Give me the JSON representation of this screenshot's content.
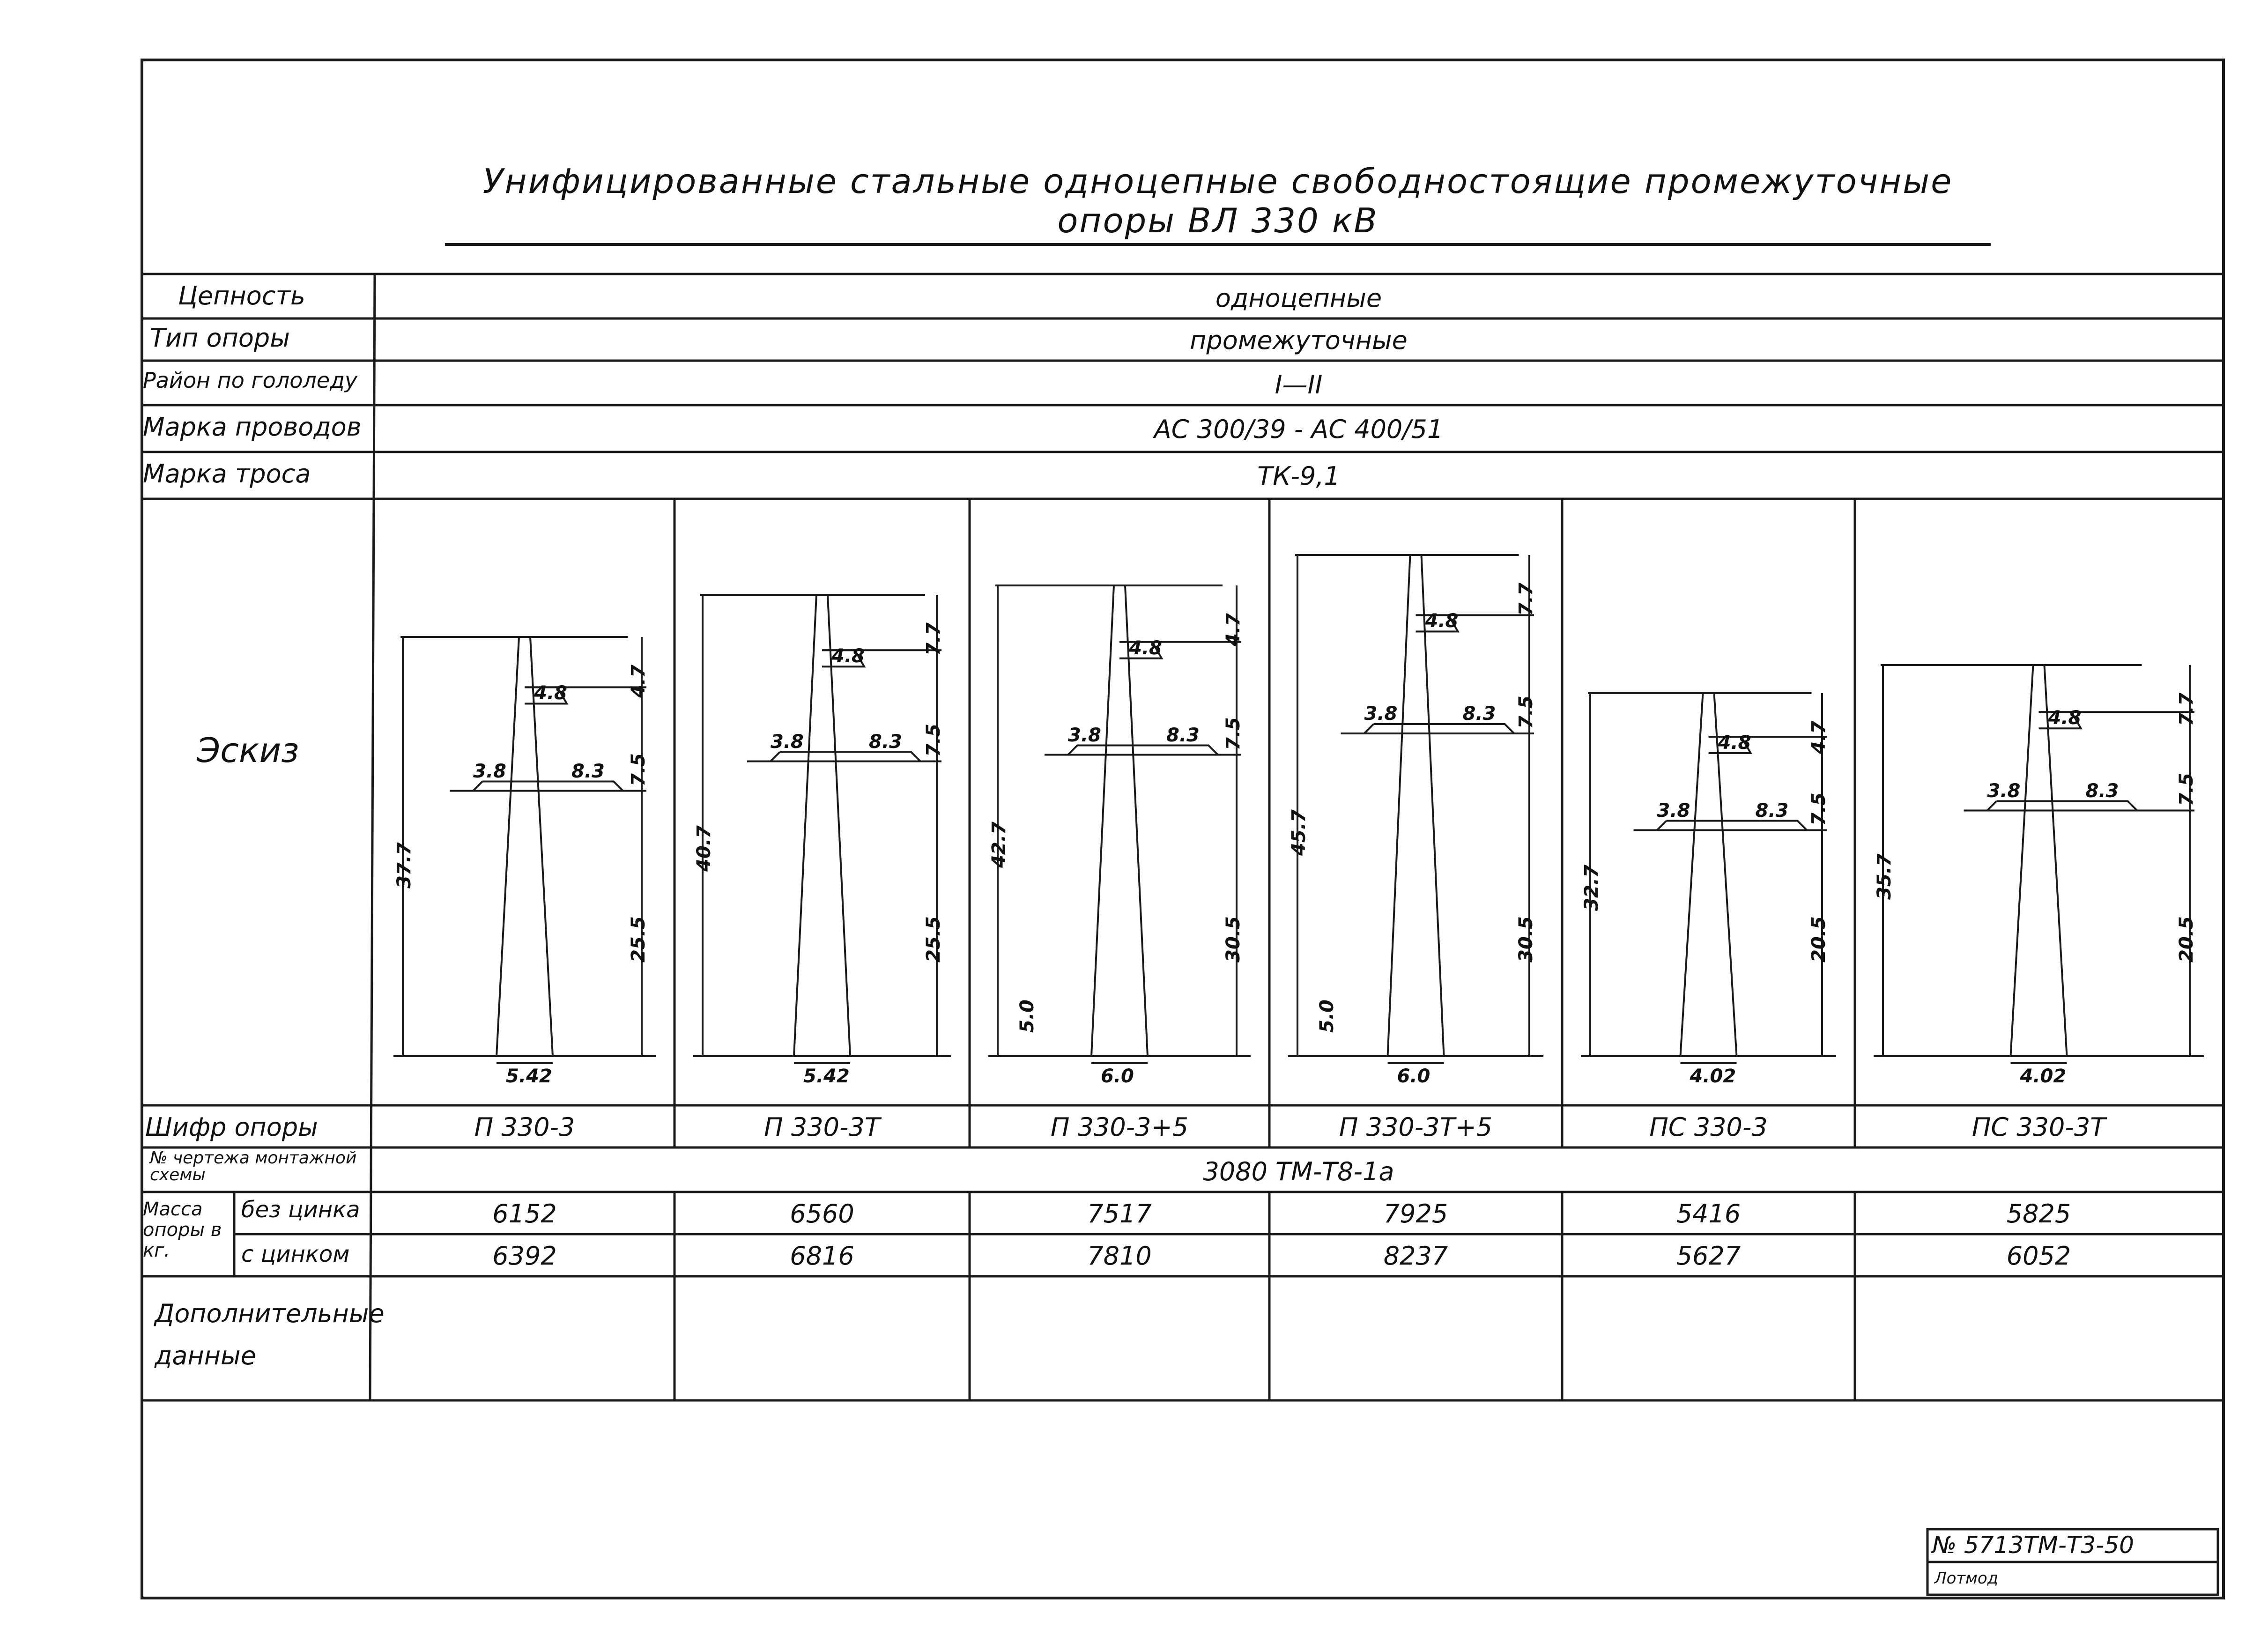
{
  "title": "Унифицированные стальные одноцепные свободностоящие промежуточные опоры ВЛ 330 кВ",
  "rows": {
    "circuit": {
      "label": "Цепность",
      "value": "одноцепные"
    },
    "tower_type": {
      "label": "Тип опоры",
      "value": "промежуточные"
    },
    "ice_region": {
      "label": "Район по гололеду",
      "value": "I—II"
    },
    "wire_grade": {
      "label": "Марка проводов",
      "value": "АС 300/39 - АС 400/51"
    },
    "cable_grade": {
      "label": "Марка троса",
      "value": "ТК-9,1"
    },
    "sketch": {
      "label": "Эскиз"
    },
    "tower_code": {
      "label": "Шифр опоры"
    },
    "drawing_no": {
      "label": "№ чертежа монтажной схемы",
      "value": "3080 ТМ-Т8-1а"
    },
    "mass": {
      "label": "Масса опоры в кг.",
      "without_zinc_label": "без цинка",
      "with_zinc_label": "с цинком"
    },
    "extra": {
      "label": "Дополнительные данные"
    }
  },
  "towers": [
    {
      "code": "П 330-3",
      "mass_no_zinc": "6152",
      "mass_zinc": "6392",
      "height": "37.7",
      "top": "4.7",
      "mid": "7.5",
      "base": "25.5",
      "arm_left": "3.8",
      "arm_right": "8.3",
      "arm_top": "4.8",
      "width": "5.42"
    },
    {
      "code": "П 330-3Т",
      "mass_no_zinc": "6560",
      "mass_zinc": "6816",
      "height": "40.7",
      "top": "7.7",
      "mid": "7.5",
      "base": "25.5",
      "arm_left": "3.8",
      "arm_right": "8.3",
      "arm_top": "4.8",
      "width": "5.42"
    },
    {
      "code": "П 330-3+5",
      "mass_no_zinc": "7517",
      "mass_zinc": "7810",
      "height": "42.7",
      "top": "4.7",
      "mid": "7.5",
      "base": "30.5",
      "arm_left": "3.8",
      "arm_right": "8.3",
      "arm_top": "4.8",
      "width": "6.0",
      "extra": "5.0"
    },
    {
      "code": "П 330-3Т+5",
      "mass_no_zinc": "7925",
      "mass_zinc": "8237",
      "height": "45.7",
      "top": "7.7",
      "mid": "7.5",
      "base": "30.5",
      "arm_left": "3.8",
      "arm_right": "8.3",
      "arm_top": "4.8",
      "width": "6.0",
      "extra": "5.0"
    },
    {
      "code": "ПС 330-3",
      "mass_no_zinc": "5416",
      "mass_zinc": "5627",
      "height": "32.7",
      "top": "4.7",
      "mid": "7.5",
      "base": "20.5",
      "arm_left": "3.8",
      "arm_right": "8.3",
      "arm_top": "4.8",
      "width": "4.02"
    },
    {
      "code": "ПС 330-3Т",
      "mass_no_zinc": "5825",
      "mass_zinc": "6052",
      "height": "35.7",
      "top": "7.7",
      "mid": "7.5",
      "base": "20.5",
      "arm_left": "3.8",
      "arm_right": "8.3",
      "arm_top": "4.8",
      "width": "4.02"
    }
  ],
  "stamp": {
    "number": "№ 5713ТМ-Т3-50",
    "sheet": "Лотмод"
  }
}
